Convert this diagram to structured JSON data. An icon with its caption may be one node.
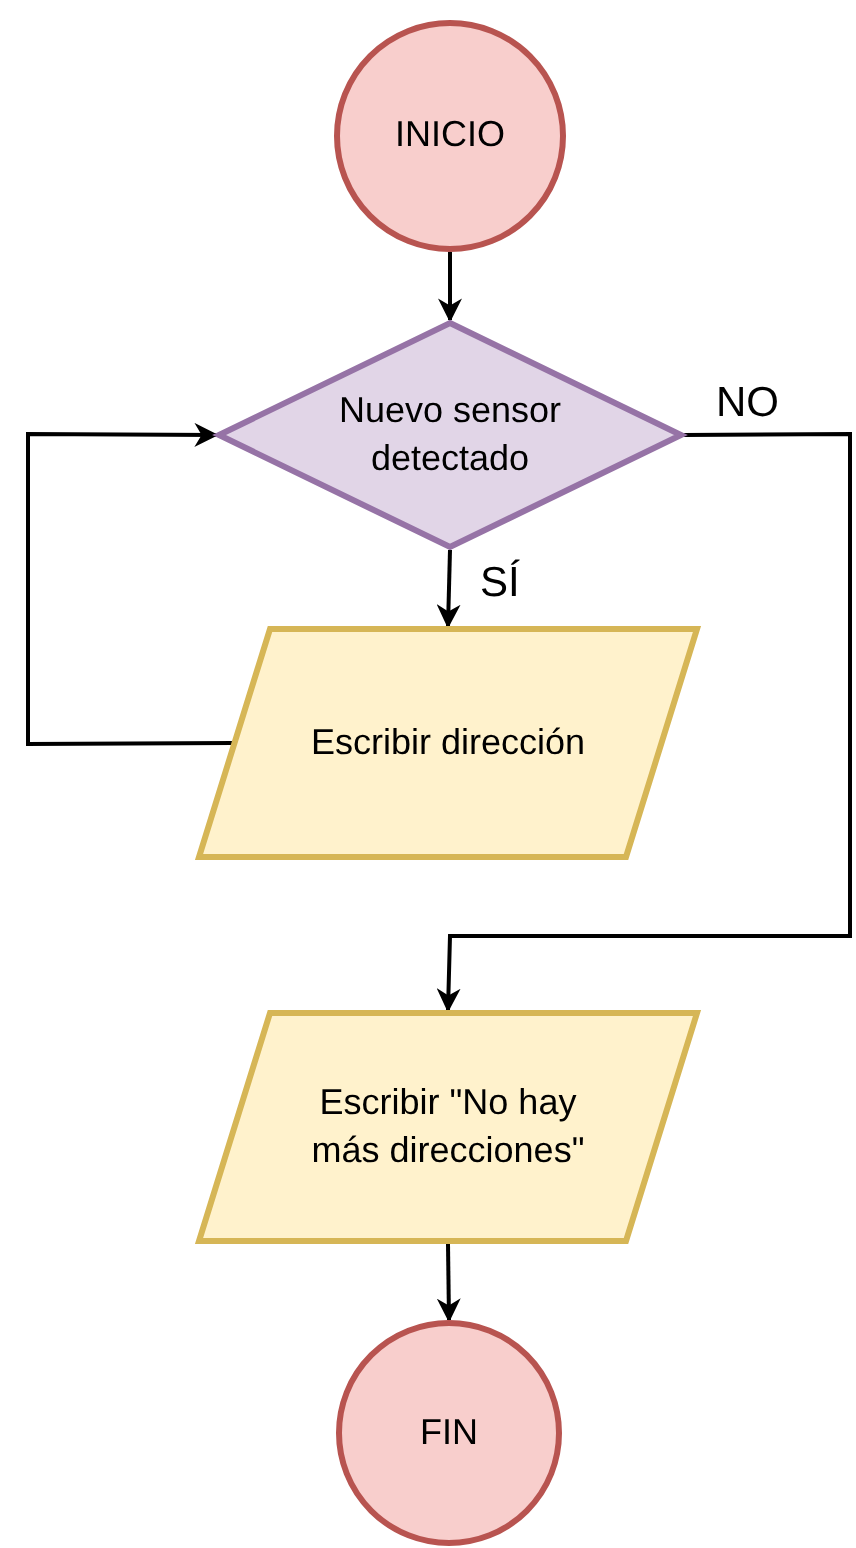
{
  "diagram": {
    "nodes": [
      {
        "text": [
          "INICIO"
        ]
      },
      {
        "text": [
          "Nuevo sensor detectado"
        ]
      },
      {
        "text": [
          "Escribir dirección"
        ]
      },
      {
        "text": [
          "Escribir \"No hay más direcciones\""
        ]
      },
      {
        "text": [
          "FIN"
        ]
      }
    ],
    "edges": [
      {
        "from": 0,
        "to": 1,
        "arrow": "to"
      },
      {
        "from": 1,
        "to": 2,
        "arrow": "to",
        "label": "SÍ"
      },
      {
        "from": 2,
        "to": 1,
        "arrow": "to"
      },
      {
        "from": 1,
        "to": 3,
        "arrow": "to",
        "label": "NO"
      },
      {
        "from": 3,
        "to": 4,
        "arrow": "to"
      }
    ]
  }
}
